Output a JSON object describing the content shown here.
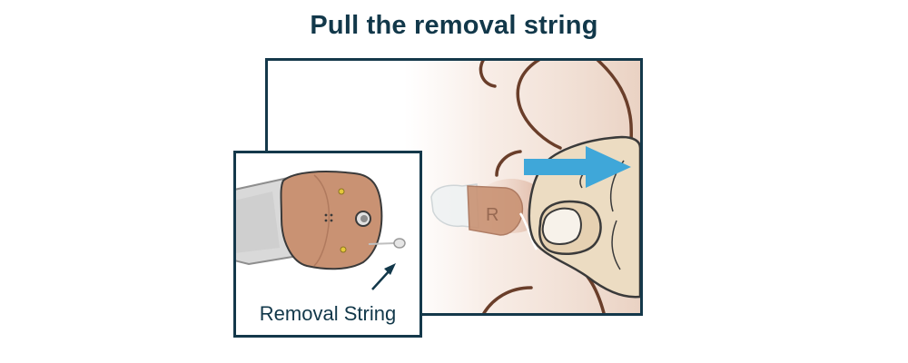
{
  "title": "Pull the removal string",
  "inset": {
    "label": "Removal String"
  },
  "device": {
    "side_letter": "R"
  },
  "colors": {
    "title_text": "#12384a",
    "frame_border": "#14384a",
    "device_shell": "#c99273",
    "skin_tone": "#ecdcc2",
    "ear_outline": "#6a3e2a",
    "arrow": "#3fa7d9"
  }
}
